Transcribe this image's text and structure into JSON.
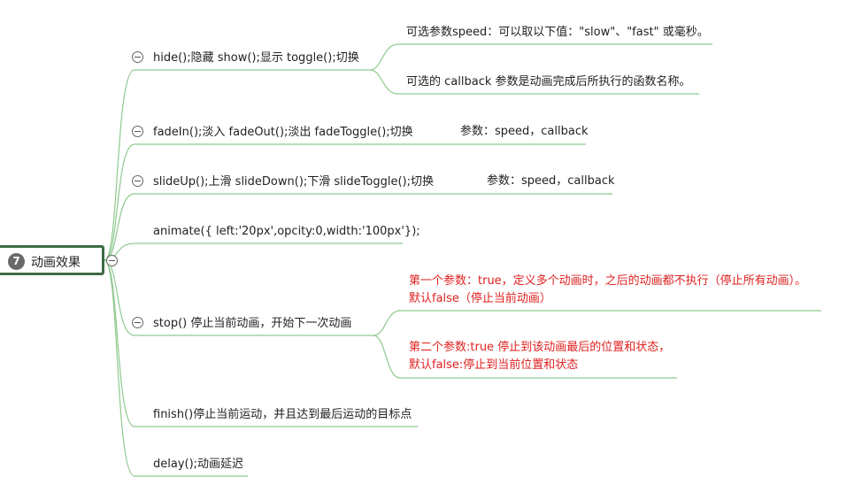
{
  "root": {
    "badge": "7",
    "label": "动画效果"
  },
  "branches": [
    {
      "id": "b1",
      "label": "hide();隐藏 show();显示 toggle();切换",
      "children": [
        {
          "id": "b1c1",
          "lines": [
            "可选参数speed：可以取以下值：\"slow\"、\"fast\" 或毫秒。"
          ],
          "color": "black"
        },
        {
          "id": "b1c2",
          "lines": [
            "可选的 callback 参数是动画完成后所执行的函数名称。"
          ],
          "color": "black"
        }
      ]
    },
    {
      "id": "b2",
      "label": "fadeIn();淡入 fadeOut();淡出 fadeToggle();切换",
      "children": [
        {
          "id": "b2c1",
          "lines": [
            "参数：speed，callback"
          ],
          "color": "black"
        }
      ]
    },
    {
      "id": "b3",
      "label": "slideUp();上滑  slideDown();下滑  slideToggle();切换",
      "children": [
        {
          "id": "b3c1",
          "lines": [
            "参数：speed，callback"
          ],
          "color": "black"
        }
      ]
    },
    {
      "id": "b4",
      "label": "animate({ left:'20px',opcity:0,width:'100px'});",
      "children": []
    },
    {
      "id": "b5",
      "label": "stop()  停止当前动画，开始下一次动画",
      "children": [
        {
          "id": "b5c1",
          "lines": [
            "第一个参数：true，定义多个动画时，之后的动画都不执行（停止所有动画）。",
            "默认false（停止当前动画）"
          ],
          "color": "red"
        },
        {
          "id": "b5c2",
          "lines": [
            "第二个参数:true 停止到该动画最后的位置和状态，",
            "默认false:停止到当前位置和状态"
          ],
          "color": "red"
        }
      ]
    },
    {
      "id": "b6",
      "label": "finish()停止当前运动，并且达到最后运动的目标点",
      "children": []
    },
    {
      "id": "b7",
      "label": "delay();动画延迟",
      "children": []
    }
  ],
  "colors": {
    "line": "#8fc98f",
    "root_border": "#3d6b47",
    "red_text": "#e02020"
  }
}
